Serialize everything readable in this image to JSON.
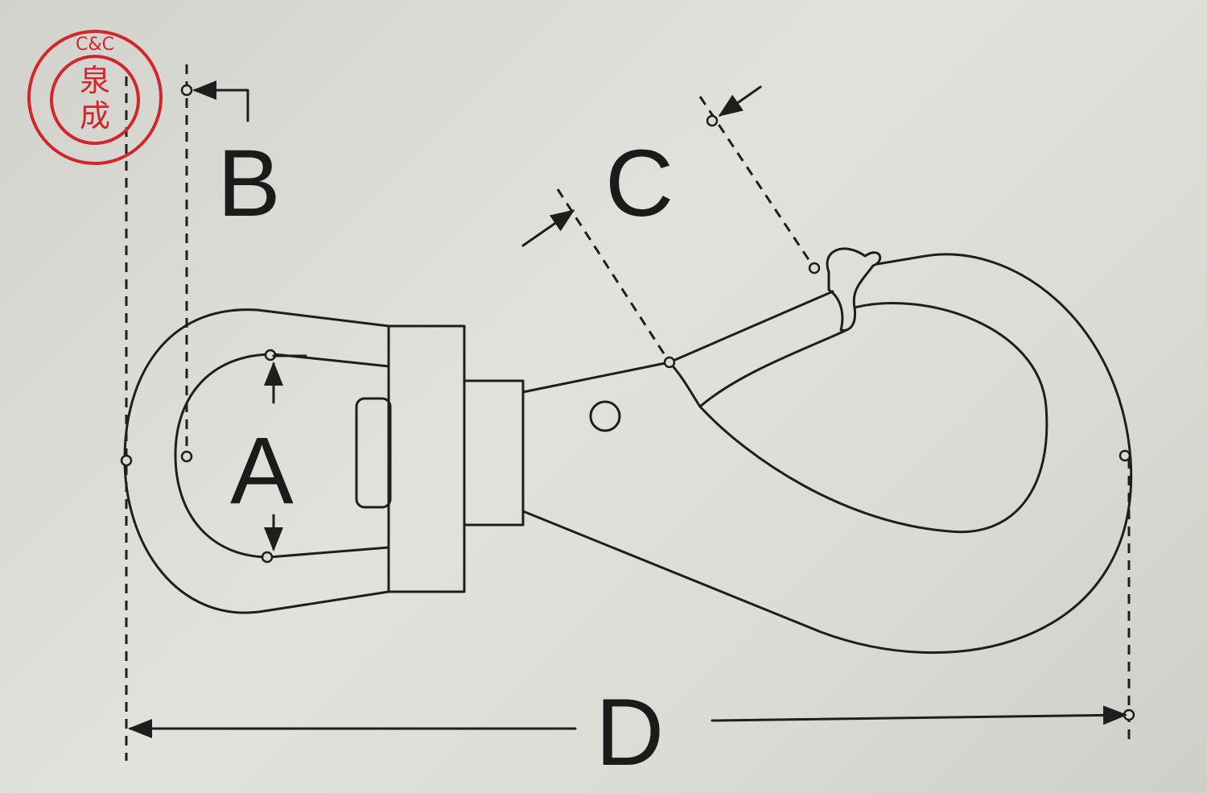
{
  "diagram": {
    "labels": {
      "a": "A",
      "b": "B",
      "c": "C",
      "d": "D"
    }
  },
  "logo": {
    "top_text": "C&C",
    "char1": "泉",
    "char2": "成",
    "color": "#d0262c"
  },
  "colors": {
    "line": "#1e1e1e",
    "paper": "#dcdcd7"
  }
}
